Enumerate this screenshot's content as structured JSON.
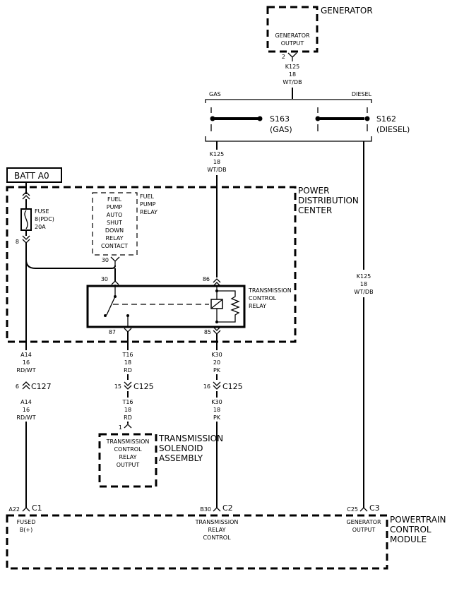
{
  "generator": {
    "title": "GENERATOR",
    "output_line1": "GENERATOR",
    "output_line2": "OUTPUT",
    "pin": "2"
  },
  "wire_k125_top": {
    "circuit": "K125",
    "gauge": "18",
    "color": "WT/DB"
  },
  "splice_select": {
    "gas": "GAS",
    "diesel": "DIESEL"
  },
  "s163": {
    "id": "S163",
    "sub": "(GAS)"
  },
  "s162": {
    "id": "S162",
    "sub": "(DIESEL)"
  },
  "wire_k125_mid": {
    "circuit": "K125",
    "gauge": "18",
    "color": "WT/DB"
  },
  "wire_k125_right": {
    "circuit": "K125",
    "gauge": "18",
    "color": "WT/DB"
  },
  "batt": {
    "label": "BATT A0"
  },
  "pdc": {
    "line1": "POWER",
    "line2": "DISTRIBUTION",
    "line3": "CENTER"
  },
  "fuse": {
    "line1": "FUSE",
    "line2": "8(PDC)",
    "line3": "20A",
    "pin": "8"
  },
  "asd_relay_contact": {
    "lines": [
      "FUEL",
      "PUMP",
      "AUTO",
      "SHUT",
      "DOWN",
      "RELAY",
      "CONTACT"
    ],
    "pin": "30"
  },
  "fuel_pump_relay": {
    "line1": "FUEL",
    "line2": "PUMP",
    "line3": "RELAY"
  },
  "tcr": {
    "line1": "TRANSMISSION",
    "line2": "CONTROL",
    "line3": "RELAY",
    "pin30": "30",
    "pin86": "86",
    "pin87": "87",
    "pin85": "85"
  },
  "wire_a14_top": {
    "circuit": "A14",
    "gauge": "16",
    "color": "RD/WT"
  },
  "wire_t16_top": {
    "circuit": "T16",
    "gauge": "18",
    "color": "RD"
  },
  "wire_k30_top": {
    "circuit": "K30",
    "gauge": "20",
    "color": "PK"
  },
  "c127": {
    "pin": "6",
    "id": "C127"
  },
  "c125_left": {
    "pin": "15",
    "id": "C125"
  },
  "c125_right": {
    "pin": "16",
    "id": "C125"
  },
  "wire_a14_bot": {
    "circuit": "A14",
    "gauge": "16",
    "color": "RD/WT"
  },
  "wire_t16_bot": {
    "circuit": "T16",
    "gauge": "18",
    "color": "RD"
  },
  "wire_k30_bot": {
    "circuit": "K30",
    "gauge": "18",
    "color": "PK"
  },
  "solenoid": {
    "pin": "1",
    "box_lines": [
      "TRANSMISSION",
      "CONTROL",
      "RELAY",
      "OUTPUT"
    ],
    "title1": "TRANSMISSION",
    "title2": "SOLENOID",
    "title3": "ASSEMBLY"
  },
  "pcm": {
    "line1": "POWERTRAIN",
    "line2": "CONTROL",
    "line3": "MODULE"
  },
  "pcm_c1": {
    "pin": "A22",
    "conn": "C1",
    "line1": "FUSED",
    "line2": "B(+)"
  },
  "pcm_c2": {
    "pin": "B30",
    "conn": "C2",
    "line1": "TRANSMISSION",
    "line2": "RELAY",
    "line3": "CONTROL"
  },
  "pcm_c3": {
    "pin": "C25",
    "conn": "C3",
    "line1": "GENERATOR",
    "line2": "OUTPUT"
  }
}
